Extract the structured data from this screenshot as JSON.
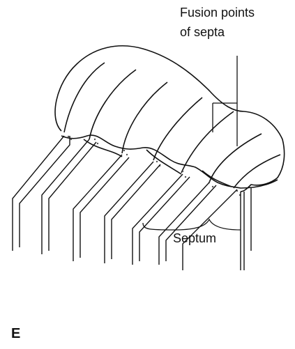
{
  "diagram": {
    "labels": {
      "fusion_points_line1": "Fusion points",
      "fusion_points_line2": "of septa",
      "septum": "Septum",
      "panel_letter": "E"
    }
  },
  "colors": {
    "ink": "#111111",
    "background": "#ffffff",
    "stipple": "#555555"
  }
}
